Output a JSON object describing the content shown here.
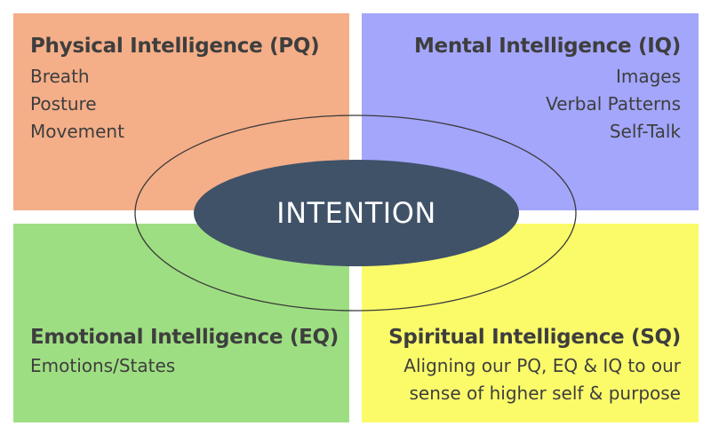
{
  "colors": {
    "physical": "#f4ae88",
    "mental": "#a3a6fb",
    "emotional": "#9ede82",
    "spiritual": "#fbfb6a",
    "center": "#3f5268",
    "outline": "#3a3a3a",
    "text": "#3e3e3e"
  },
  "quadrants": {
    "physical": {
      "title": "Physical Intelligence (PQ)",
      "items": [
        "Breath",
        "Posture",
        "Movement"
      ]
    },
    "mental": {
      "title": "Mental Intelligence (IQ)",
      "items": [
        "Images",
        "Verbal Patterns",
        "Self-Talk"
      ]
    },
    "emotional": {
      "title": "Emotional Intelligence (EQ)",
      "items": [
        "Emotions/States"
      ]
    },
    "spiritual": {
      "title": "Spiritual Intelligence (SQ)",
      "items": [
        "Aligning our PQ, EQ & IQ to our",
        "sense of higher self & purpose"
      ]
    }
  },
  "center": {
    "label": "INTENTION"
  }
}
